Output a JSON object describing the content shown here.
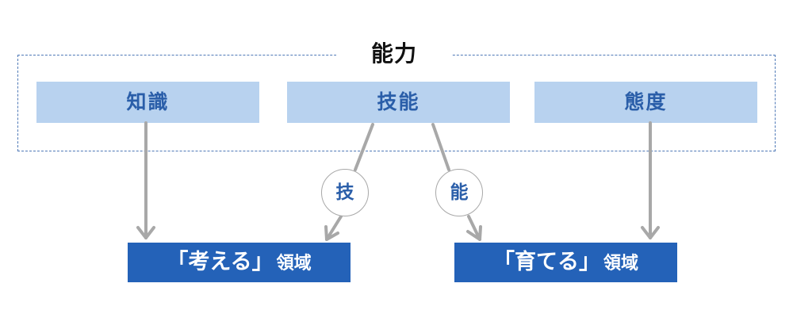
{
  "frame": {
    "title": "能力"
  },
  "boxes": {
    "knowledge": "知識",
    "skill": "技能",
    "attitude": "態度"
  },
  "circles": {
    "waza": "技",
    "nou": "能"
  },
  "domains": {
    "think": {
      "main": "「考える」",
      "sub": "領域"
    },
    "grow": {
      "main": "「育てる」",
      "sub": "領域"
    }
  },
  "colors": {
    "frame_border": "#4f79b7",
    "box_fill": "#b8d2ef",
    "box_text": "#2a5ea9",
    "domain_fill": "#2462b8",
    "arrow": "#a8a8a8"
  }
}
